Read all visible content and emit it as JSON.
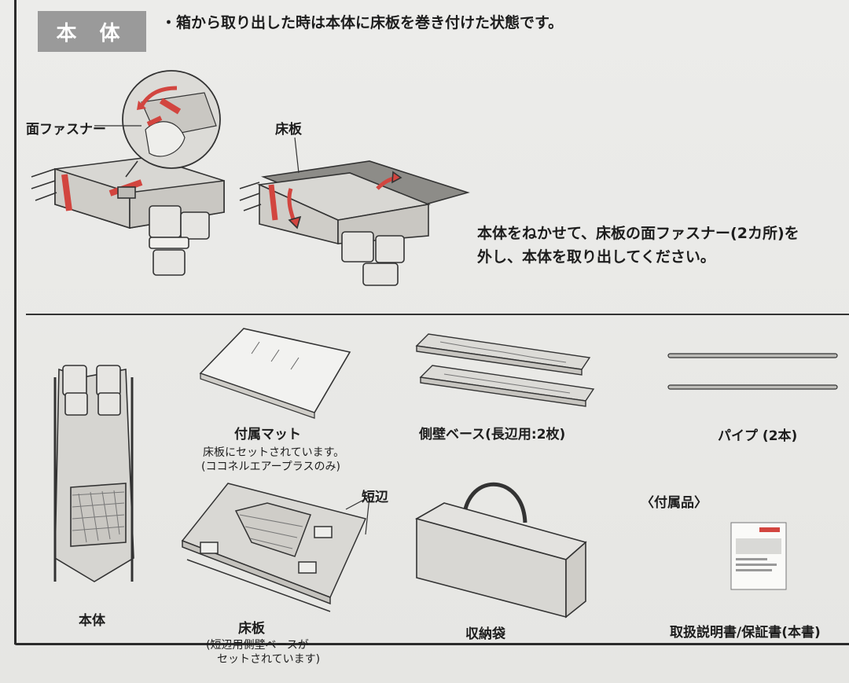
{
  "header": {
    "section_label": "本 体",
    "note": "・箱から取り出した時は本体に床板を巻き付けた状態です。"
  },
  "top_diagram": {
    "callout_fastener": "面ファスナー",
    "callout_floor": "床板",
    "instruction_line1": "本体をねかせて、床板の面ファスナー(2カ所)を",
    "instruction_line2": "外し、本体を取り出してください。"
  },
  "parts": {
    "mat_title": "付属マット",
    "mat_note_line1": "床板にセットされています。",
    "mat_note_line2": "(ココネルエアープラスのみ)",
    "side_base": "側壁ベース(長辺用:2枚)",
    "pipe": "パイプ (2本)",
    "short_side": "短辺",
    "accessories": "〈付属品〉",
    "body": "本体",
    "floor_board": "床板",
    "floor_note_line1": "(短辺用側壁ベースが",
    "floor_note_line2": "セットされています)",
    "bag": "収納袋",
    "manual": "取扱説明書/保証書(本書)"
  },
  "colors": {
    "accent_red": "#d2453f",
    "tag_gray": "#9a9a9a",
    "ink": "#1d1d1d"
  }
}
